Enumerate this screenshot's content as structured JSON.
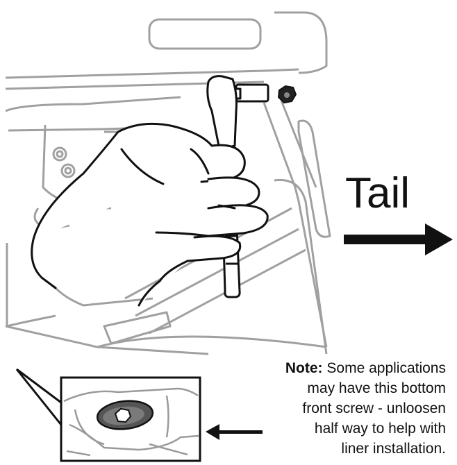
{
  "direction": {
    "label": "Tail"
  },
  "note": {
    "heading": "Note:",
    "lines": [
      "Some applications",
      "may have this bottom",
      "front screw - unloosen",
      "half way to help with",
      "liner installation."
    ]
  },
  "colors": {
    "outline_dark": "#111111",
    "outline_gray": "#9a9a9a",
    "background": "#ffffff"
  },
  "icons": {
    "direction_arrow": "arrow-right-icon",
    "callout_arrow": "arrow-left-icon",
    "bolt": "hex-bolt-icon",
    "tool": "ratchet-wrench-icon"
  }
}
